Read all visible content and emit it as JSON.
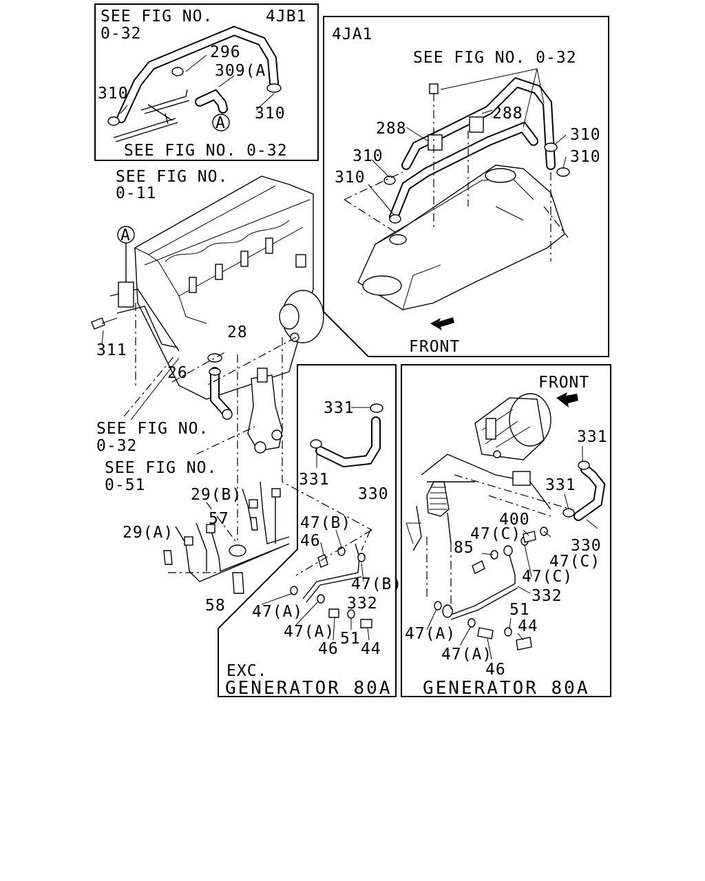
{
  "panels": {
    "engine_4jb1": {
      "code": "4JB1",
      "ref_top": "SEE FIG NO.",
      "ref_top_num": "0-32",
      "ref_bottom": "SEE FIG NO. 0-32",
      "parts": [
        "296",
        "309(A)",
        "310",
        "310"
      ],
      "callout": "A"
    },
    "engine_4ja1": {
      "code": "4JA1",
      "ref": "SEE FIG NO. 0-32",
      "front": "FRONT",
      "parts": [
        "288",
        "288",
        "310",
        "310",
        "310",
        "310"
      ]
    },
    "main": {
      "ref_block": "SEE FIG NO.",
      "ref_block_num": "0-11",
      "ref_a": "SEE FIG NO.",
      "ref_a_num": "0-32",
      "ref_b": "SEE FIG NO.",
      "ref_b_num": "0-51",
      "callout": "A",
      "parts": [
        "311",
        "28",
        "26",
        "29(B)",
        "57",
        "29(A)",
        "58"
      ]
    },
    "exc_generator": {
      "caption_1": "EXC.",
      "caption_2": "GENERATOR 80A",
      "parts": [
        "331",
        "331",
        "330",
        "47(B)",
        "46",
        "47(B)",
        "332",
        "47(A)",
        "47(A)",
        "46",
        "51",
        "44"
      ]
    },
    "generator": {
      "front": "FRONT",
      "caption": "GENERATOR 80A",
      "parts": [
        "331",
        "331",
        "400",
        "47(C)",
        "85",
        "330",
        "47(C)",
        "47(C)",
        "332",
        "51",
        "44",
        "47(A)",
        "47(A)",
        "46"
      ]
    }
  }
}
